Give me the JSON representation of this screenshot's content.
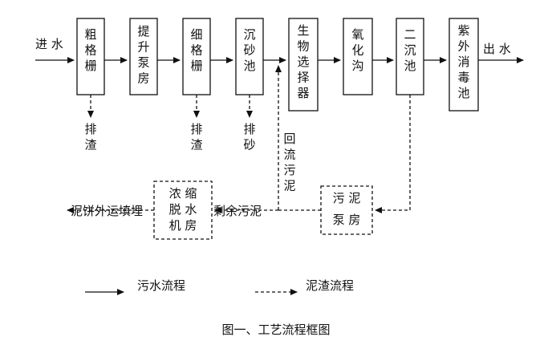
{
  "inlet": "进 水",
  "outlet": "出 水",
  "units": [
    {
      "id": "u1",
      "label": "粗格栅"
    },
    {
      "id": "u2",
      "label": "提升泵房"
    },
    {
      "id": "u3",
      "label": "细格栅"
    },
    {
      "id": "u4",
      "label": "沉砂池"
    },
    {
      "id": "u5",
      "label": "生物选择器"
    },
    {
      "id": "u6",
      "label": "氧化沟"
    },
    {
      "id": "u7",
      "label": "二沉池"
    },
    {
      "id": "u8",
      "label": "紫外消毒池"
    }
  ],
  "discharges": {
    "d1": "排渣",
    "d2": "排渣",
    "d3": "排砂"
  },
  "return_sludge": "回流污泥",
  "sludge_pump": [
    "污 泥",
    "泵 房"
  ],
  "dewatering": [
    "浓 缩",
    "脱 水",
    "机 房"
  ],
  "excess_sludge": "剩余污泥",
  "cake_disposal": "泥饼外运填埋",
  "legend": {
    "sewage": "污水流程",
    "sludge": "泥渣流程"
  },
  "caption": "图一、工艺流程框图"
}
